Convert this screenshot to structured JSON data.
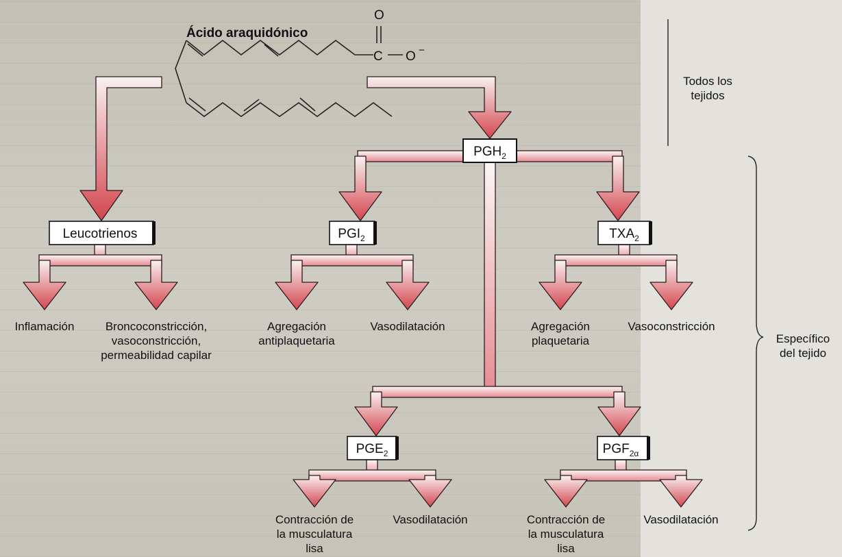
{
  "colors": {
    "arrow_gradient_top": "#f8f1f1",
    "arrow_gradient_bottom": "#d4464f",
    "arrow_stroke": "#2b1b1b",
    "box_fill": "#ffffff",
    "box_stroke": "#111111"
  },
  "molecule": {
    "title": "Ácido araquidónico",
    "carbonyl_o": "O",
    "carbon": "C",
    "anion_o": "O",
    "charge": "−"
  },
  "scope": {
    "all_tissues": "Todos los\ntejidos",
    "tissue_specific": "Específico\ndel tejido"
  },
  "nodes": {
    "pgh2": {
      "base": "PGH",
      "sub": "2"
    },
    "leucotrienos": {
      "base": "Leucotrienos",
      "sub": ""
    },
    "pgi2": {
      "base": "PGI",
      "sub": "2"
    },
    "txa2": {
      "base": "TXA",
      "sub": "2"
    },
    "pge2": {
      "base": "PGE",
      "sub": "2"
    },
    "pgf2a": {
      "base": "PGF",
      "sub": "2α"
    }
  },
  "effects": {
    "leuco_left": "Inflamación",
    "leuco_right": "Broncoconstricción,\nvasoconstricción,\npermeabilidad capilar",
    "pgi2_left": "Agregación\nantiplaquetaria",
    "pgi2_right": "Vasodilatación",
    "txa2_left": "Agregación\nplaquetaria",
    "txa2_right": "Vasoconstricción",
    "pge2_left": "Contracción de\nla musculatura\nlisa",
    "pge2_right": "Vasodilatación",
    "pgf2a_left": "Contracción de\nla musculatura\nlisa",
    "pgf2a_right": "Vasodilatación"
  }
}
